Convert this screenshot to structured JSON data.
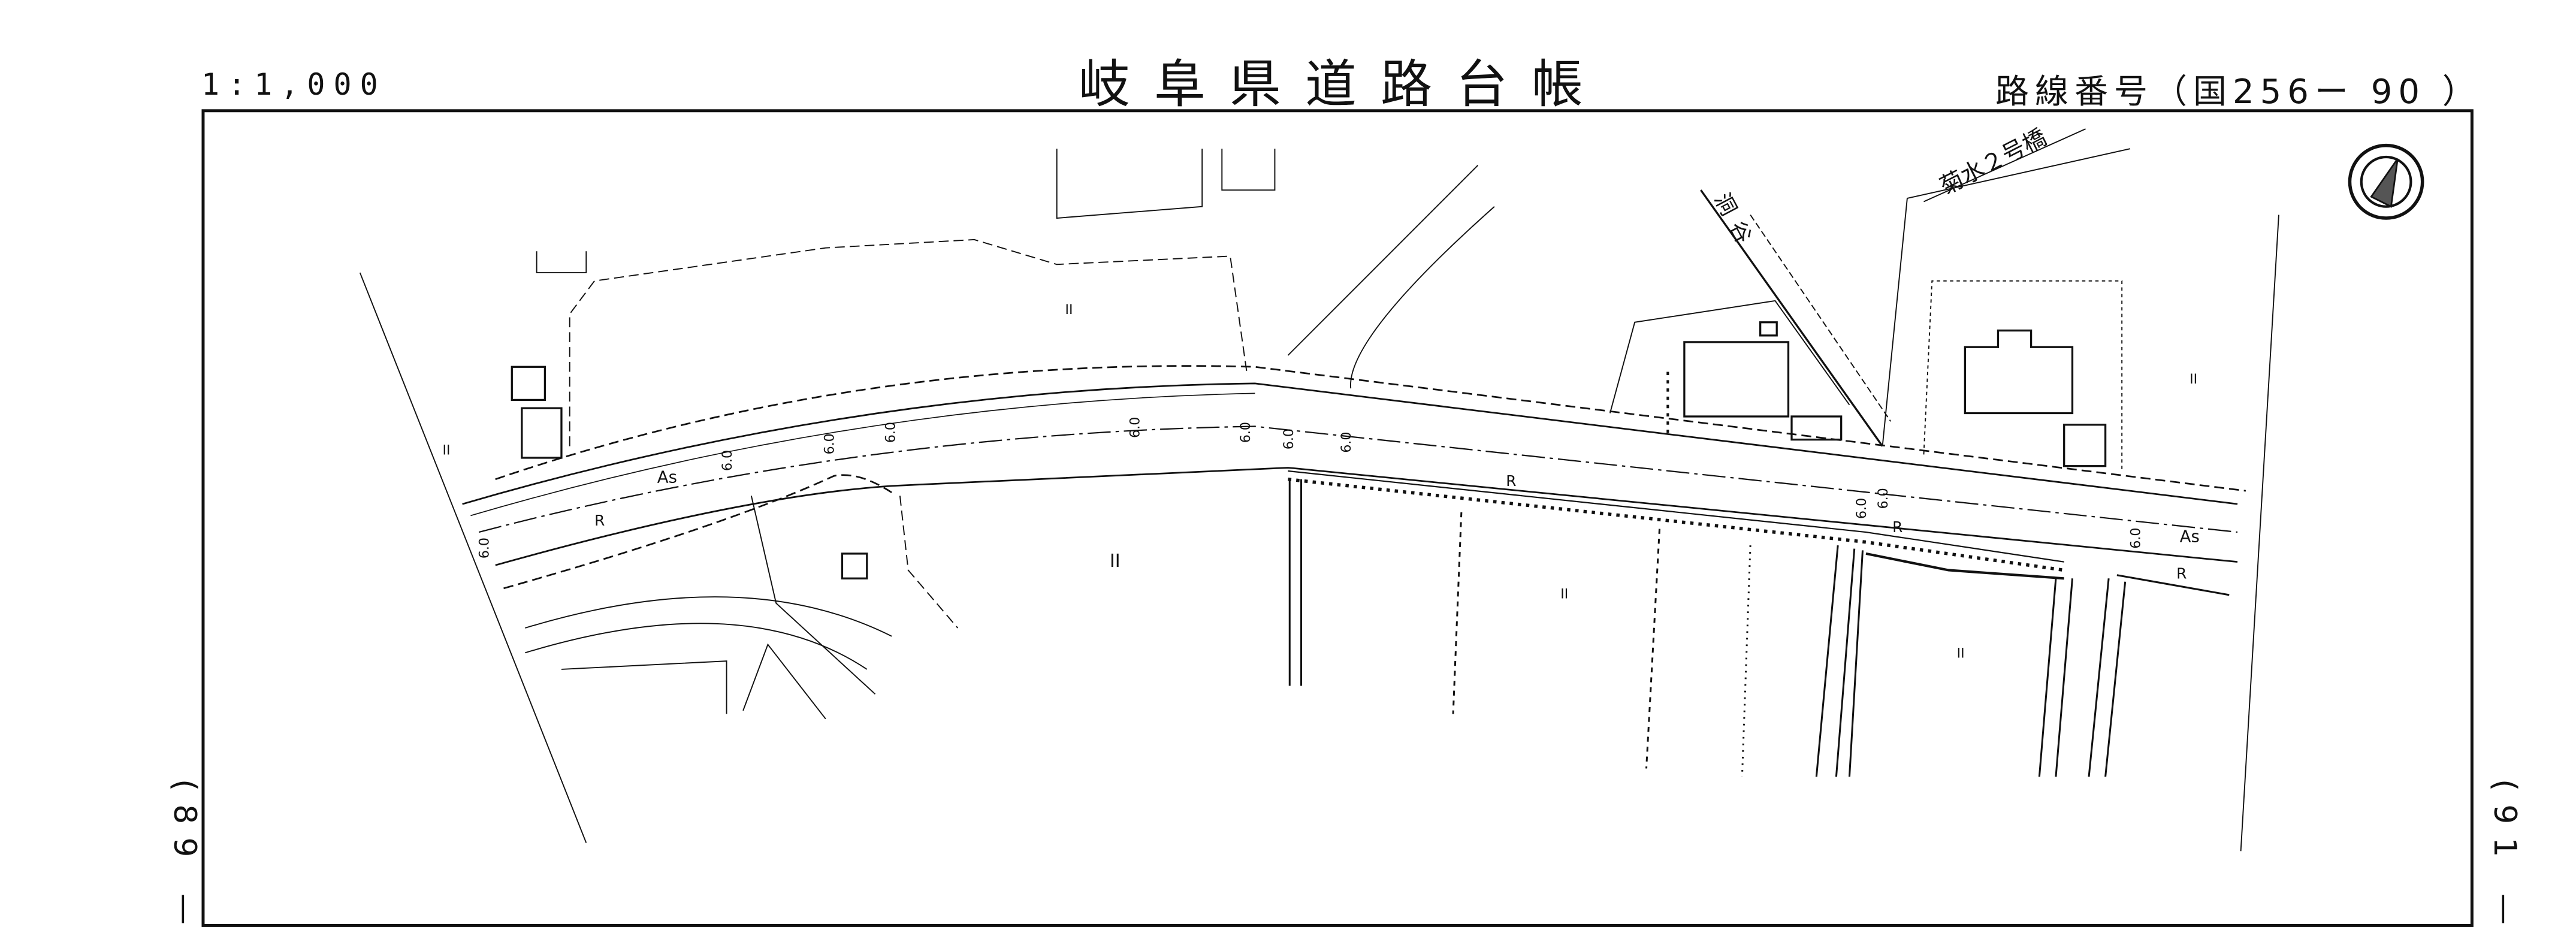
{
  "header": {
    "scale": "1:1,000",
    "title": "岐阜県道路台帳",
    "route_number": "路線番号（国256ー 90 ）"
  },
  "page_refs": {
    "previous": "(89 —",
    "next": "(91 —"
  },
  "map_labels": {
    "bridge_name": "菊水２号橋",
    "river_name": "洞谷",
    "surface_asphalt": "As",
    "surface_r": "R",
    "road_width": "6.0",
    "land_mark": "II"
  },
  "compass": {
    "icon": "north-arrow-icon"
  }
}
